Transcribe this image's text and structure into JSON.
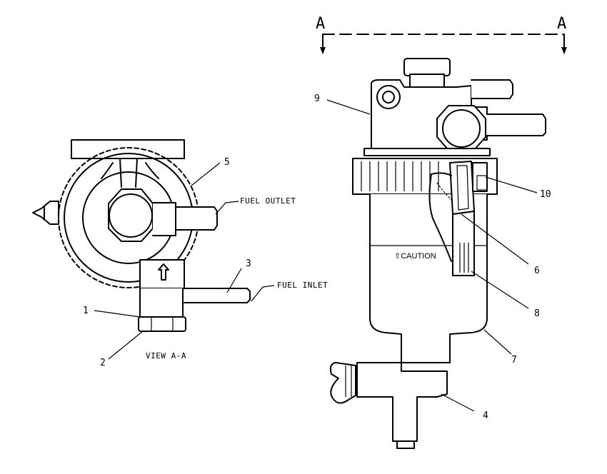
{
  "section": {
    "left_mark": "A",
    "right_mark": "A"
  },
  "view_label": "VIEW A-A",
  "notes": {
    "fuel_outlet": "FUEL OUTLET",
    "fuel_inlet": "FUEL INLET",
    "caution": "CAUTION"
  },
  "callouts": [
    "1",
    "2",
    "3",
    "4",
    "5",
    "6",
    "7",
    "8",
    "9",
    "10"
  ]
}
